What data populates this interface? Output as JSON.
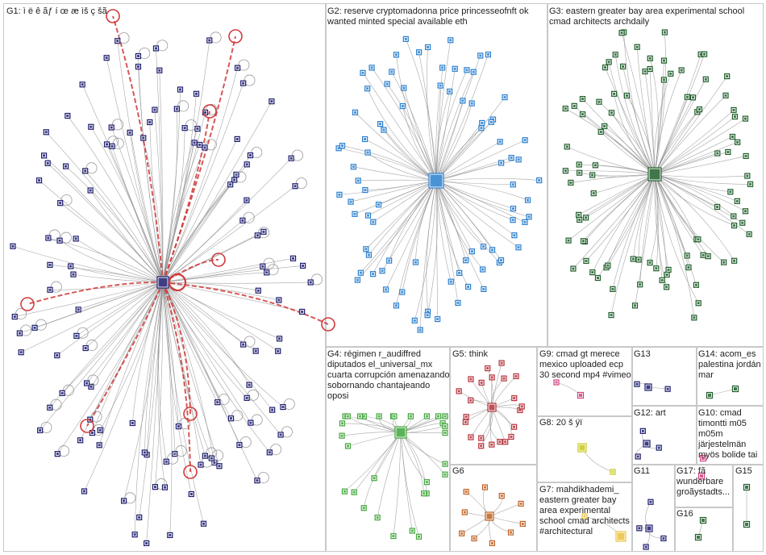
{
  "colors": {
    "g1": "#1c1c6e",
    "g2": "#2a7fcf",
    "g3": "#1e5e2a",
    "g4": "#3fa63a",
    "g5": "#b5303a",
    "g6": "#c06020",
    "g7": "#e8c040",
    "g8": "#c8c820",
    "g9": "#d04080",
    "self_loop": "#9a9a9a",
    "edge": "#8a8a8a",
    "edge_red": "#d03a3a",
    "pane_border": "#c8c8c8"
  },
  "groups": [
    {
      "id": "g1",
      "label": "G1: ì ë ê ãƒ í œ æ ìš ç šã"
    },
    {
      "id": "g2",
      "label": "G2: reserve cryptomadonna price princesseofnft ok wanted minted special available eth"
    },
    {
      "id": "g3",
      "label": "G3: eastern greater bay area experimental school cmad architects archdaily"
    },
    {
      "id": "g4",
      "label": "G4: régimen r_audiffred diputados el_universal_mx cuarta corrupción amenazando sobornando chantajeando oposi"
    },
    {
      "id": "g5",
      "label": "G5: think"
    },
    {
      "id": "g6",
      "label": "G6"
    },
    {
      "id": "g7",
      "label": "G7: mahdikhademi_ eastern greater bay area experimental school cmad architects #architectural"
    },
    {
      "id": "g8",
      "label": "G8: 20 š ÿï"
    },
    {
      "id": "g9",
      "label": "G9: cmad gt merece mexico uploaded ecp 30 second mp4 #vimeo"
    },
    {
      "id": "g10",
      "label": "G10: cmad timontti m05 m05m järjestelmän myös bolide tai"
    },
    {
      "id": "g11",
      "label": "G11"
    },
    {
      "id": "g12",
      "label": "G12: art"
    },
    {
      "id": "g13",
      "label": "G13"
    },
    {
      "id": "g14",
      "label": "G14: acom_es palestina jordán mar"
    },
    {
      "id": "g15",
      "label": "G15"
    },
    {
      "id": "g16",
      "label": "G16"
    },
    {
      "id": "g17",
      "label": "G17: fã wunderbare groãystadts..."
    }
  ]
}
